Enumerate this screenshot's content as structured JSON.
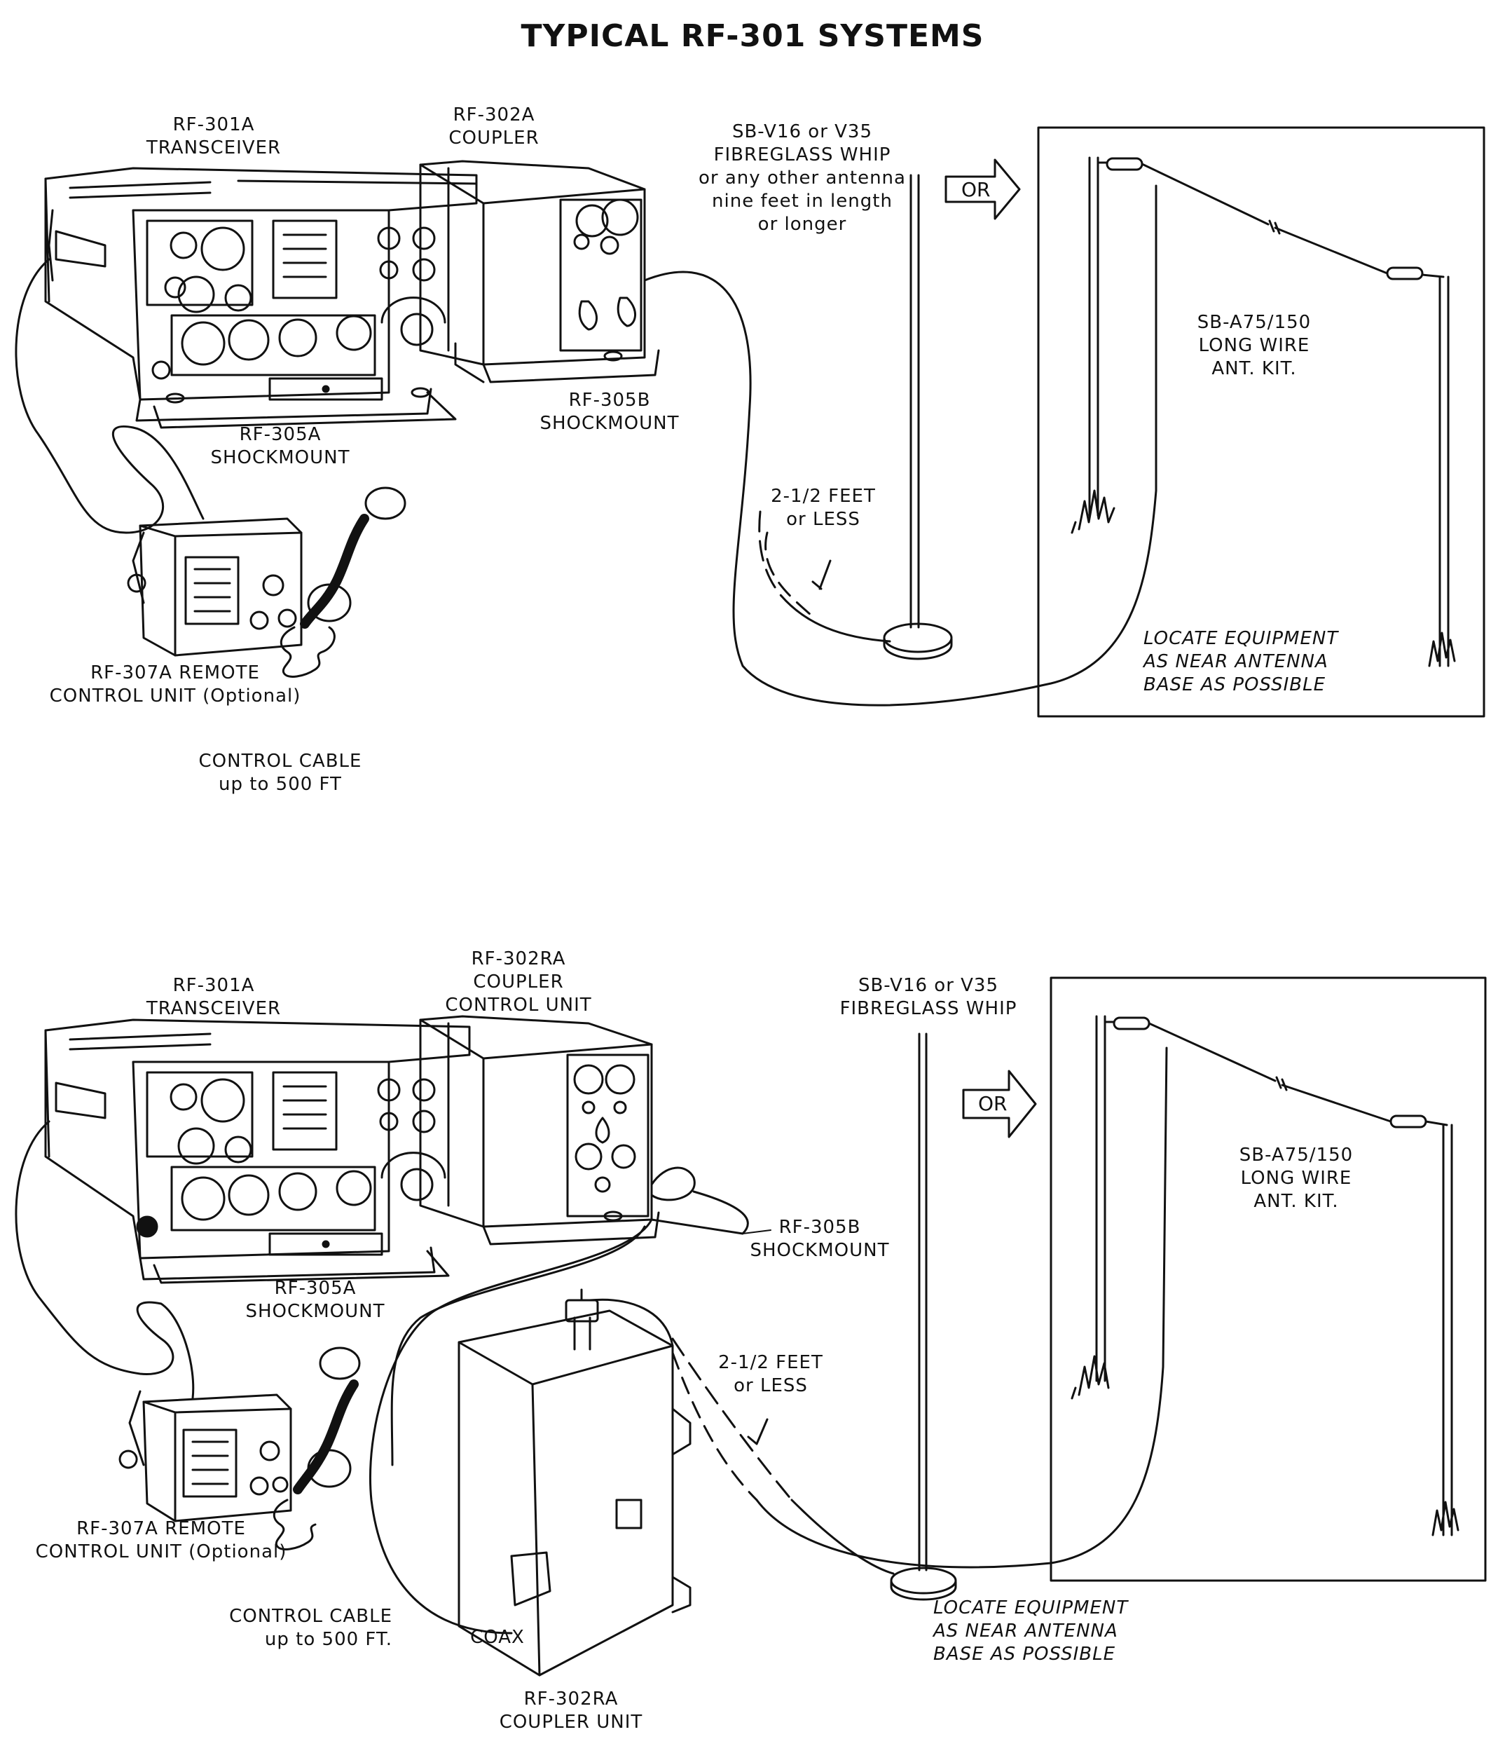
{
  "title": "TYPICAL RF-301 SYSTEMS",
  "system_1": {
    "transceiver": [
      "RF-301A",
      "TRANSCEIVER"
    ],
    "coupler": [
      "RF-302A",
      "COUPLER"
    ],
    "whip": [
      "SB-V16 or V35",
      "FIBREGLASS WHIP",
      "or any other antenna",
      "nine feet in length",
      "or longer"
    ],
    "or_label": "OR",
    "long_wire": [
      "SB-A75/150",
      "LONG WIRE",
      "ANT. KIT."
    ],
    "shockmount_b": [
      "RF-305B",
      "SHOCKMOUNT"
    ],
    "shockmount_a": [
      "RF-305A",
      "SHOCKMOUNT"
    ],
    "length_note": [
      "2-1/2 FEET",
      "or LESS"
    ],
    "locate_note": [
      "LOCATE EQUIPMENT",
      "AS NEAR ANTENNA",
      "BASE AS POSSIBLE"
    ],
    "remote": [
      "RF-307A REMOTE",
      "CONTROL UNIT (Optional)"
    ],
    "control_cable": [
      "CONTROL CABLE",
      "up to 500 FT"
    ]
  },
  "system_2": {
    "transceiver": [
      "RF-301A",
      "TRANSCEIVER"
    ],
    "coupler_control": [
      "RF-302RA",
      "COUPLER",
      "CONTROL UNIT"
    ],
    "whip": [
      "SB-V16 or V35",
      "FIBREGLASS WHIP"
    ],
    "or_label": "OR",
    "long_wire": [
      "SB-A75/150",
      "LONG WIRE",
      "ANT. KIT."
    ],
    "shockmount_b": [
      "RF-305B",
      "SHOCKMOUNT"
    ],
    "shockmount_a": [
      "RF-305A",
      "SHOCKMOUNT"
    ],
    "length_note": [
      "2-1/2 FEET",
      "or LESS"
    ],
    "remote": [
      "RF-307A REMOTE",
      "CONTROL UNIT (Optional)"
    ],
    "control_cable": [
      "CONTROL CABLE",
      "up to 500 FT."
    ],
    "coax": "COAX",
    "locate_note": [
      "LOCATE EQUIPMENT",
      "AS NEAR ANTENNA",
      "BASE AS POSSIBLE"
    ],
    "coupler_unit": [
      "RF-302RA",
      "COUPLER UNIT"
    ]
  }
}
